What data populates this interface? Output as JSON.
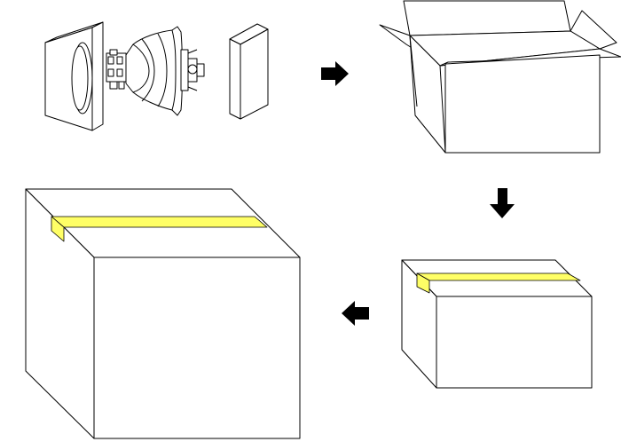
{
  "diagram": {
    "steps": [
      {
        "id": "step-1",
        "content": "lamp-module-between-foam-pads"
      },
      {
        "id": "step-2",
        "content": "open-carton"
      },
      {
        "id": "step-3",
        "content": "sealed-inner-carton"
      },
      {
        "id": "step-4",
        "content": "sealed-outer-carton"
      }
    ],
    "arrows": [
      "right",
      "down",
      "left"
    ],
    "colors": {
      "stroke": "#000000",
      "fill": "#ffffff",
      "tape": "#ffff66",
      "arrow": "#000000"
    }
  }
}
